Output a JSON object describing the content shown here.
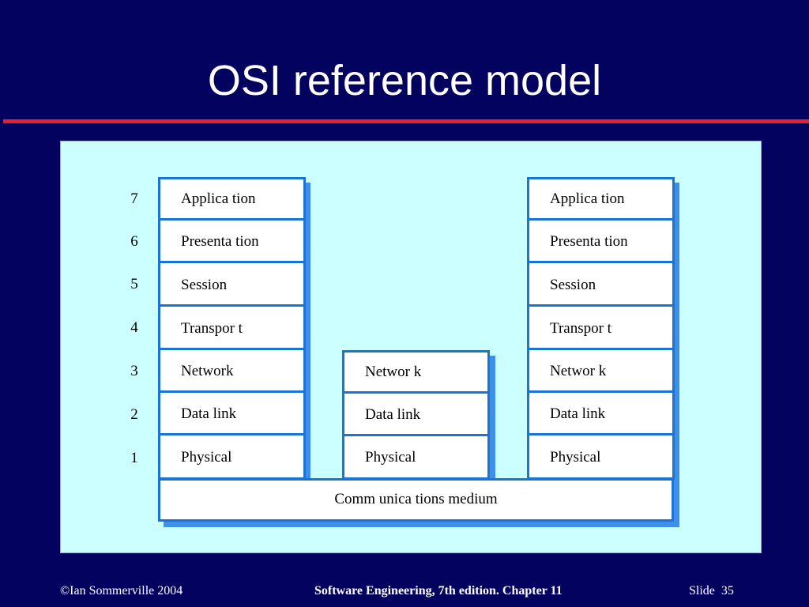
{
  "slide": {
    "title": "OSI reference model"
  },
  "diagram": {
    "layer_numbers": [
      "7",
      "6",
      "5",
      "4",
      "3",
      "2",
      "1"
    ],
    "left_stack": [
      "Applica tion",
      "Presenta tion",
      "Session",
      "Transpor t",
      "Network",
      "Data link",
      "Physical"
    ],
    "middle_stack": [
      "Networ k",
      "Data link",
      "Physical"
    ],
    "right_stack": [
      "Applica tion",
      "Presenta tion",
      "Session",
      "Transpor t",
      "Networ k",
      "Data link",
      "Physical"
    ],
    "medium_label": "Comm unica tions medium"
  },
  "footer": {
    "copyright": "©Ian Sommerville 2004",
    "book": "Software Engineering, 7th edition. Chapter 11",
    "slide_label": "Slide  35"
  }
}
